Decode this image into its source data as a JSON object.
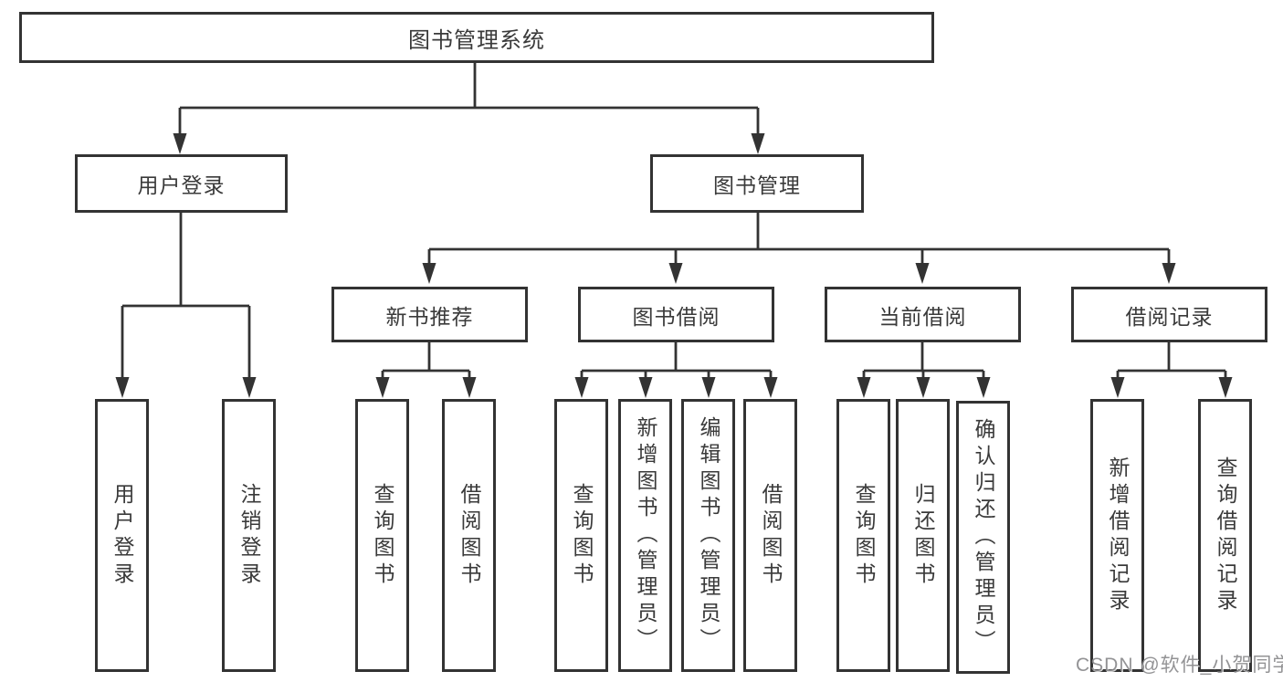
{
  "diagram": {
    "title": "图书管理系统",
    "branches": {
      "user_login": {
        "label": "用户登录",
        "children": [
          "用户登录",
          "注销登录"
        ]
      },
      "book_mgmt": {
        "label": "图书管理",
        "sections": [
          {
            "label": "新书推荐",
            "children": [
              "查询图书",
              "借阅图书"
            ]
          },
          {
            "label": "图书借阅",
            "children": [
              "查询图书",
              "新增图书（管理员）",
              "编辑图书（管理员）",
              "借阅图书"
            ]
          },
          {
            "label": "当前借阅",
            "children": [
              "查询图书",
              "归还图书",
              "确认归还（管理员）"
            ]
          },
          {
            "label": "借阅记录",
            "children": [
              "新增借阅记录",
              "查询借阅记录"
            ]
          }
        ]
      }
    },
    "watermark": "CSDN @软件_小贺同学",
    "colors": {
      "line": "#333333",
      "text": "#3a3a3a",
      "watermark": "#8a8a8c",
      "background": "#ffffff"
    }
  }
}
